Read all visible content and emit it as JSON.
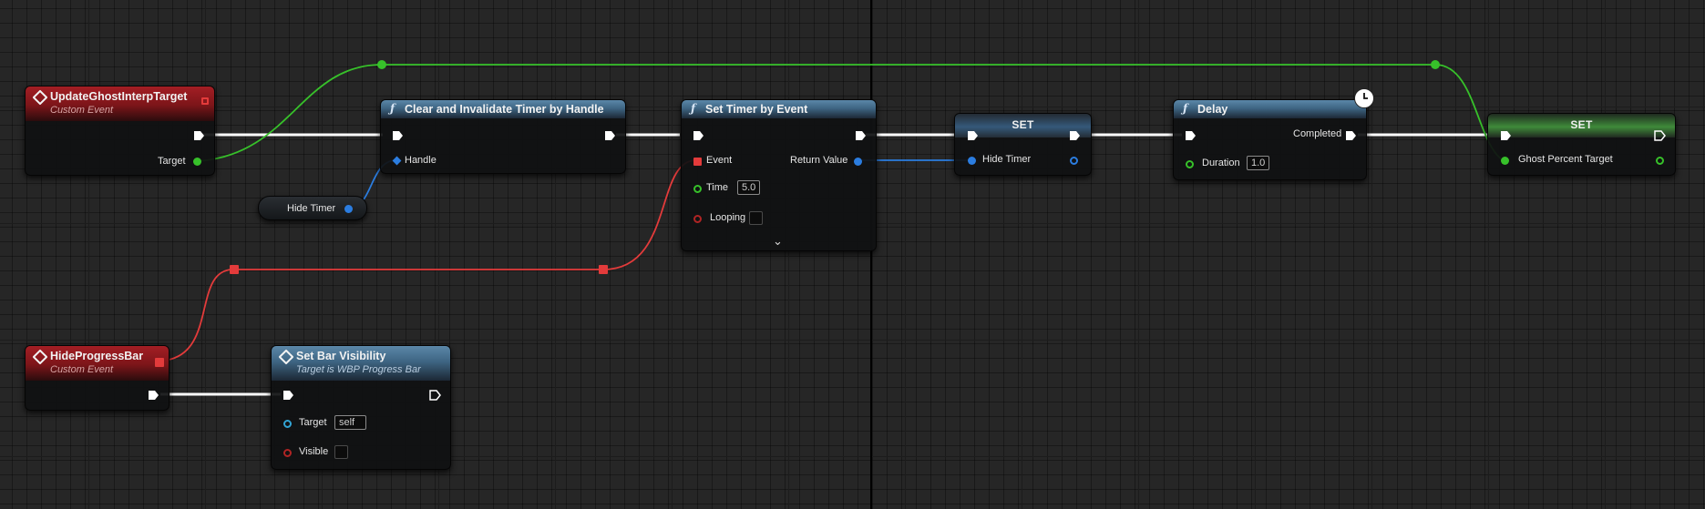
{
  "colors": {
    "exec_wire": "#ffffff",
    "object_wire": "#37c12a",
    "handle_wire": "#2b7de0",
    "delegate_wire": "#e33b3b",
    "event_header": "#a41e24",
    "function_header": "#4a7596",
    "set_header": "#35597a",
    "set_float_header": "#3f8a3a"
  },
  "nodes": {
    "update_ghost_event": {
      "title": "UpdateGhostInterpTarget",
      "subtitle": "Custom Event",
      "pins": {
        "target": "Target"
      },
      "icons": {
        "title": "event-icon",
        "delegate": "delegate-pin-icon"
      }
    },
    "clear_timer": {
      "title": "Clear and Invalidate Timer by Handle",
      "pins": {
        "handle": "Handle"
      },
      "icons": {
        "title": "function-icon"
      }
    },
    "hide_timer_getter": {
      "label": "Hide Timer"
    },
    "set_timer": {
      "title": "Set Timer by Event",
      "pins": {
        "event": "Event",
        "time": "Time",
        "looping": "Looping",
        "return_value": "Return Value"
      },
      "time_value": "5.0",
      "looping_checked": false,
      "icons": {
        "title": "function-icon",
        "expand": "chevron-down-icon"
      }
    },
    "set_hide_timer": {
      "title": "SET",
      "pins": {
        "hide_timer": "Hide Timer"
      }
    },
    "delay": {
      "title": "Delay",
      "pins": {
        "duration": "Duration",
        "completed": "Completed"
      },
      "duration_value": "1.0",
      "icons": {
        "title": "function-icon",
        "latent": "clock-icon"
      }
    },
    "set_ghost_percent": {
      "title": "SET",
      "pins": {
        "ghost_percent_target": "Ghost Percent Target"
      }
    },
    "hide_progress_event": {
      "title": "HideProgressBar",
      "subtitle": "Custom Event",
      "icons": {
        "title": "event-icon"
      }
    },
    "set_bar_visibility": {
      "title": "Set Bar Visibility",
      "subtitle": "Target is WBP Progress Bar",
      "pins": {
        "target": "Target",
        "visible": "Visible"
      },
      "target_value": "self",
      "visible_checked": false,
      "icons": {
        "title": "function-icon"
      }
    }
  }
}
